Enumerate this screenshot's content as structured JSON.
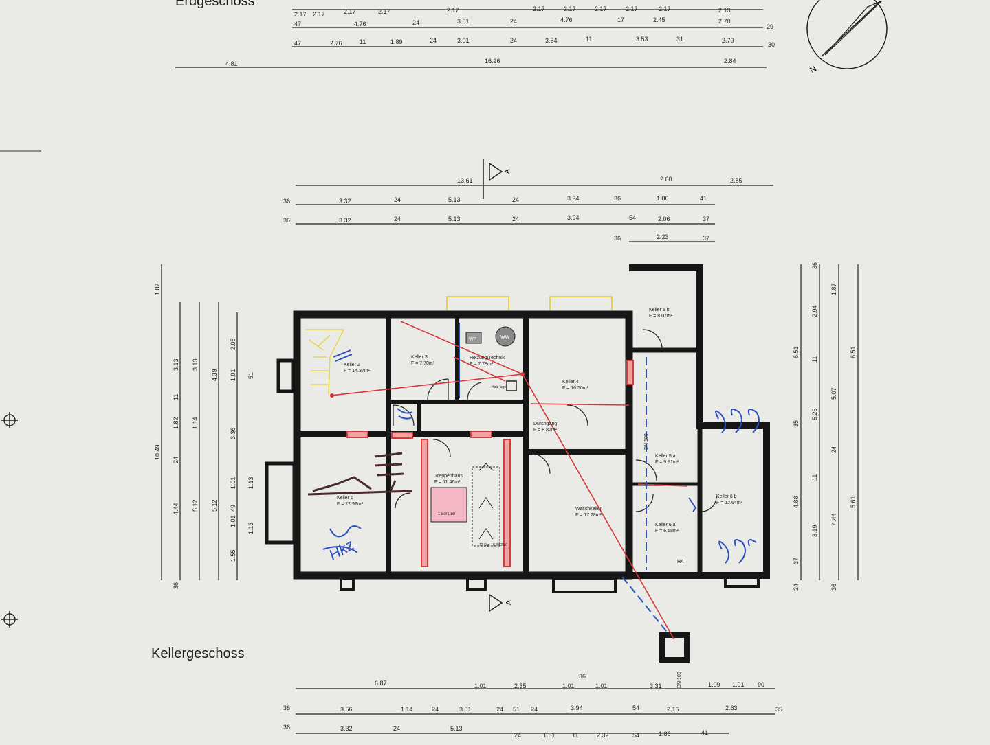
{
  "titles": {
    "upper_floor": "Erdgeschoss",
    "lower_floor": "Kellergeschoss"
  },
  "compass_label": "N",
  "section_marker": "A",
  "top_dims": {
    "row1": [
      "2.17",
      "2.17",
      "2.17",
      "2.17",
      "2.17",
      "2.17",
      "2.17",
      "2.17",
      "2.17",
      "2.17",
      "2.13"
    ],
    "row2": [
      "47",
      "4.76",
      "24",
      "3.01",
      "24",
      "4.76",
      "17",
      "2.45",
      "2.70",
      "29"
    ],
    "row3": [
      "47",
      "2.76",
      "11",
      "1.89",
      "24",
      "3.01",
      "24",
      "3.54",
      "11",
      "3.53",
      "31",
      "2.70",
      "30"
    ],
    "row4": [
      "4.81",
      "16.26",
      "2.84"
    ]
  },
  "keller_top_dims": {
    "row1": [
      "13.61",
      "2.60",
      "2.85"
    ],
    "row2": [
      "36",
      "3.32",
      "24",
      "5.13",
      "24",
      "3.94",
      "36",
      "1.86",
      "41"
    ],
    "row3": [
      "36",
      "3.32",
      "24",
      "5.13",
      "24",
      "3.94",
      "54",
      "2.06",
      "37"
    ],
    "row4": [
      "36",
      "2.23",
      "37"
    ]
  },
  "left_dims": [
    "1.87",
    "10.49",
    "3.13",
    "1.82",
    "4.44",
    "3.13",
    "1.14",
    "5.12",
    "4.39",
    "3.36",
    "5.12",
    "2.05",
    "1.01",
    "51",
    "1.01",
    "1.13",
    "1.01",
    "1.13",
    "1.55",
    "36",
    "24",
    "11",
    "49"
  ],
  "right_dims": [
    "36",
    "1.87",
    "2.94",
    "6.51",
    "11",
    "5.26",
    "5.07",
    "35",
    "24",
    "6.51",
    "4.88",
    "11",
    "3.19",
    "4.44",
    "5.61",
    "37",
    "24",
    "36"
  ],
  "bottom_dims": {
    "row1": [
      "6.87",
      "1.01",
      "2.35",
      "1.01",
      "1.01",
      "3.31",
      "1.09",
      "1.01",
      "90",
      "36"
    ],
    "row2": [
      "36",
      "3.56",
      "1.14",
      "24",
      "3.01",
      "24",
      "51",
      "24",
      "3.94",
      "54",
      "2.16",
      "2.63",
      "35"
    ],
    "row3": [
      "36",
      "3.32",
      "24",
      "5.13",
      "24",
      "1.51",
      "11",
      "2.32",
      "54",
      "1.86",
      "41"
    ]
  },
  "rooms": {
    "keller2": {
      "name": "Keller 2",
      "area": "F = 14.37m²"
    },
    "keller3": {
      "name": "Keller 3",
      "area": "F = 7.70m²"
    },
    "heizung": {
      "name": "Heizung/Technik",
      "area": "F = 7.78m²"
    },
    "keller4": {
      "name": "Keller 4",
      "area": "F = 16.50m²"
    },
    "keller5b": {
      "name": "Keller 5 b",
      "area": "F = 8.07m²"
    },
    "keller5a": {
      "name": "Keller 5 a",
      "area": "F = 9.91m²"
    },
    "keller6a": {
      "name": "Keller 6 a",
      "area": "F = 6.68m²"
    },
    "keller6b": {
      "name": "Keller 6 b",
      "area": "F = 12.64m²"
    },
    "durchgang": {
      "name": "Durchgang",
      "area": "F = 8.82m²"
    },
    "treppenhaus": {
      "name": "Treppenhaus",
      "area": "F = 11.46m²"
    },
    "waschkeller": {
      "name": "Waschkeller",
      "area": "F = 17.28m²"
    },
    "keller1": {
      "name": "Keller 1",
      "area": "F = 22.92m²"
    }
  },
  "equipment": {
    "wp": "WP",
    "ww": "WW",
    "holzlager": "Holz-lager",
    "opening": "1.50/1.80",
    "stairs_note": "12 Stg. 18.83/28.0",
    "dn_vertical": "DN 100",
    "dn_bottom": "DN 100",
    "ha": "HA",
    "scribble": "Hkz"
  }
}
